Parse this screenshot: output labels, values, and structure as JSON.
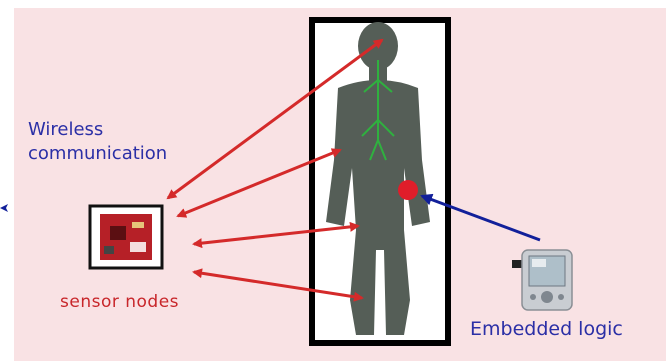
{
  "diagram": {
    "labels": {
      "wireless_line1": "Wireless",
      "wireless_line2": "communication",
      "sensor_nodes": "sensor nodes",
      "embedded_logic": "Embedded logic"
    },
    "icons": {
      "human_body": "human-body-figure-icon",
      "sensor_board": "sensor-circuit-board-icon",
      "pda": "pda-device-icon",
      "implant": "implant-dot-icon"
    },
    "colors": {
      "background": "#f9e2e4",
      "wireless_arrows": "#d42a2a",
      "embedded_arrow": "#12209a",
      "body": "#555e57",
      "veins": "#2fb13f",
      "implant": "#e01d2a",
      "label_blue": "#2b2fa6",
      "label_red": "#c8262a"
    }
  }
}
